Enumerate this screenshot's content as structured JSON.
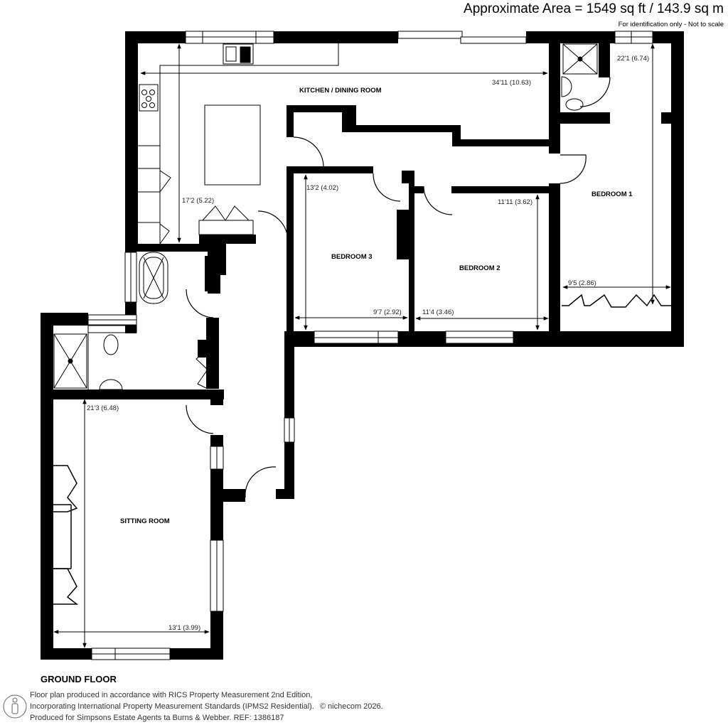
{
  "header": {
    "area_title": "Approximate Area = 1549 sq ft / 143.9 sq m",
    "note": "For identification only - Not to scale"
  },
  "rooms": {
    "kitchen": {
      "name": "KITCHEN / DINING ROOM",
      "width_dim": "34'11 (10.63)",
      "depth_dim": "17'2 (5.22)"
    },
    "bedroom1": {
      "name": "BEDROOM 1",
      "length_dim": "22'1 (6.74)",
      "width_dim": "9'5 (2.86)"
    },
    "bedroom2": {
      "name": "BEDROOM 2",
      "length_dim": "11'11 (3.62)",
      "width_dim": "11'4 (3.46)"
    },
    "bedroom3": {
      "name": "BEDROOM 3",
      "length_dim": "13'2 (4.02)",
      "width_dim": "9'7 (2.92)"
    },
    "sitting": {
      "name": "SITTING ROOM",
      "length_dim": "21'3 (6.48)",
      "width_dim": "13'1 (3.99)"
    }
  },
  "floor": {
    "label": "GROUND FLOOR"
  },
  "footer": {
    "line1": "Floor plan produced in accordance with RICS Property Measurement 2nd Edition,",
    "line2": "Incorporating International Property Measurement Standards (IPMS2 Residential).",
    "copyright": "© nichecom 2026.",
    "line3": "Produced for Simpsons Estate Agents ta Burns & Webber.   REF:  1386187"
  },
  "colors": {
    "wall": "#000000",
    "background": "#ffffff",
    "line": "#000000"
  }
}
